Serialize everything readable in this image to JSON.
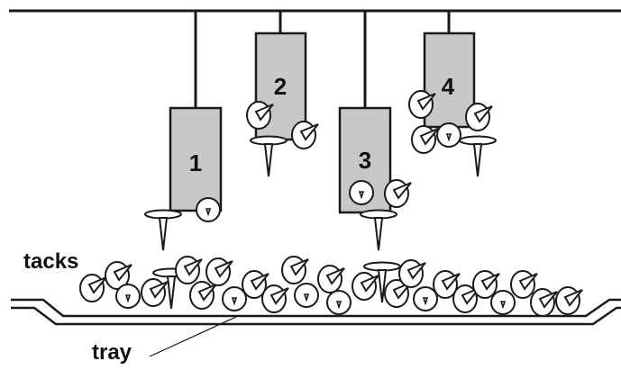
{
  "labels": {
    "tacks": "tacks",
    "tray": "tray"
  },
  "magnets": [
    {
      "number": "1",
      "tacks_attached": 2
    },
    {
      "number": "2",
      "tacks_attached": 3
    },
    {
      "number": "3",
      "tacks_attached": 3
    },
    {
      "number": "4",
      "tacks_attached": 5
    }
  ],
  "colors": {
    "magnet_fill": "#c8c8c8",
    "stroke": "#1a1a1a",
    "tack_fill": "#ffffff",
    "background": "#ffffff"
  }
}
